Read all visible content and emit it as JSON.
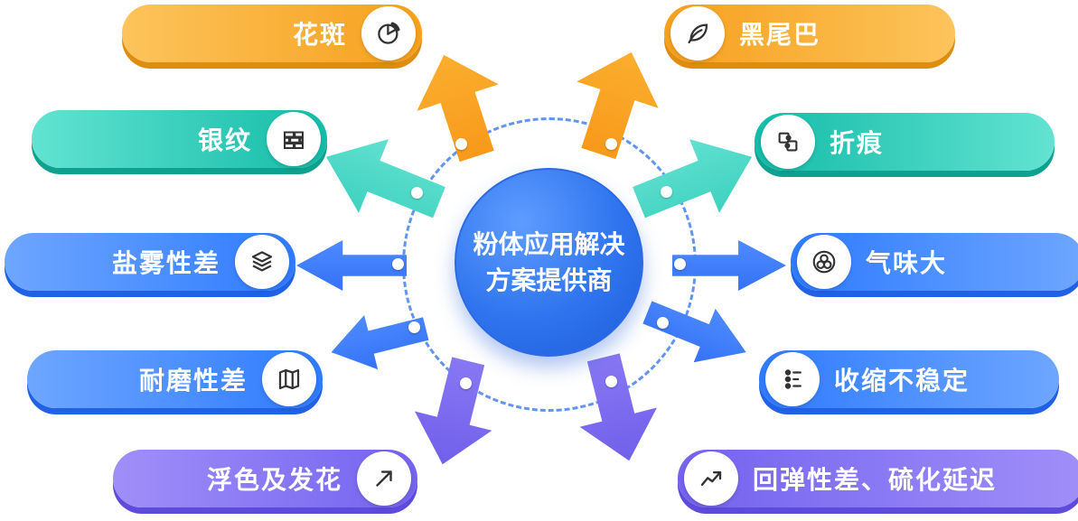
{
  "center": {
    "line1": "粉体应用解决",
    "line2": "方案提供商"
  },
  "pills": {
    "huaban": {
      "label": "花斑",
      "color": "orange",
      "icon": "pie-chart-icon"
    },
    "yinwen": {
      "label": "银纹",
      "color": "teal",
      "icon": "brick-wall-icon"
    },
    "yanwu": {
      "label": "盐雾性差",
      "color": "blue",
      "icon": "layers-icon"
    },
    "naimo": {
      "label": "耐磨性差",
      "color": "blue",
      "icon": "map-icon"
    },
    "fuse": {
      "label": "浮色及发花",
      "color": "purple",
      "icon": "arrow-up-right-icon"
    },
    "heiweiba": {
      "label": "黑尾巴",
      "color": "orange",
      "icon": "leaf-icon"
    },
    "zhehen": {
      "label": "折痕",
      "color": "teal",
      "icon": "puzzle-icon"
    },
    "qiwei": {
      "label": "气味大",
      "color": "blue",
      "icon": "triple-circles-icon"
    },
    "shousuo": {
      "label": "收缩不稳定",
      "color": "blue",
      "icon": "list-dots-icon"
    },
    "huitan": {
      "label": "回弹性差、硫化延迟",
      "color": "purple",
      "icon": "line-chart-icon"
    }
  },
  "colors": {
    "orange": "#F7A01D",
    "teal": "#14BCA8",
    "blue": "#2E7BFF",
    "purple": "#7463EF",
    "center_blue": "#2F74EE"
  }
}
